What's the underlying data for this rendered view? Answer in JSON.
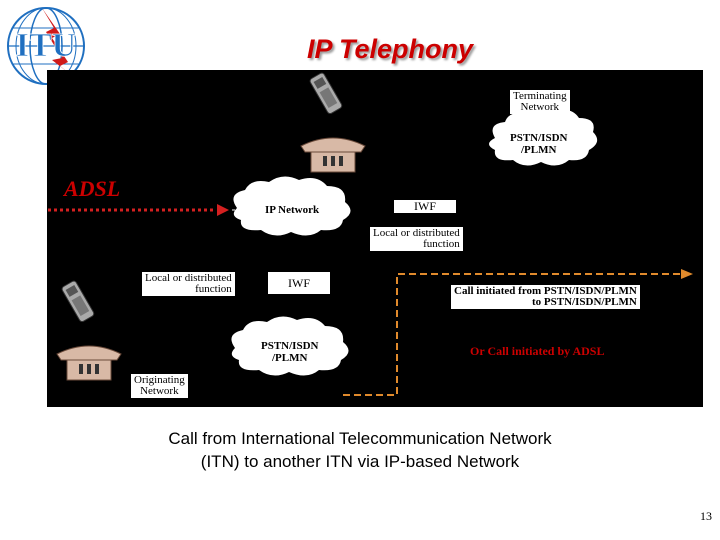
{
  "logo": {
    "text": "ITU"
  },
  "title": "IP Telephony",
  "diagram": {
    "adsl_label": "ADSL",
    "terminating_network": [
      "Terminating",
      "Network"
    ],
    "pstn_top": [
      "PSTN/ISDN",
      "/PLMN"
    ],
    "ip_network": "IP Network",
    "iwf_right": "IWF",
    "local_right": [
      "Local or distributed",
      "function"
    ],
    "local_left": [
      "Local or distributed",
      "function"
    ],
    "iwf_left": "IWF",
    "call_initiated": [
      "Call initiated from PSTN/ISDN/PLMN",
      "to PSTN/ISDN/PLMN"
    ],
    "or_call": "Or Call initiated by ADSL",
    "pstn_bottom": [
      "PSTN/ISDN",
      "/PLMN"
    ],
    "originating_network": [
      "Originating",
      "Network"
    ]
  },
  "caption": [
    "Call from International Telecommunication Network",
    "(ITN) to another ITN via IP-based Network"
  ],
  "page_number": "13",
  "colors": {
    "accent_red": "#cc0000",
    "dash_orange": "#e08a2c",
    "diagram_bg": "#000000"
  }
}
